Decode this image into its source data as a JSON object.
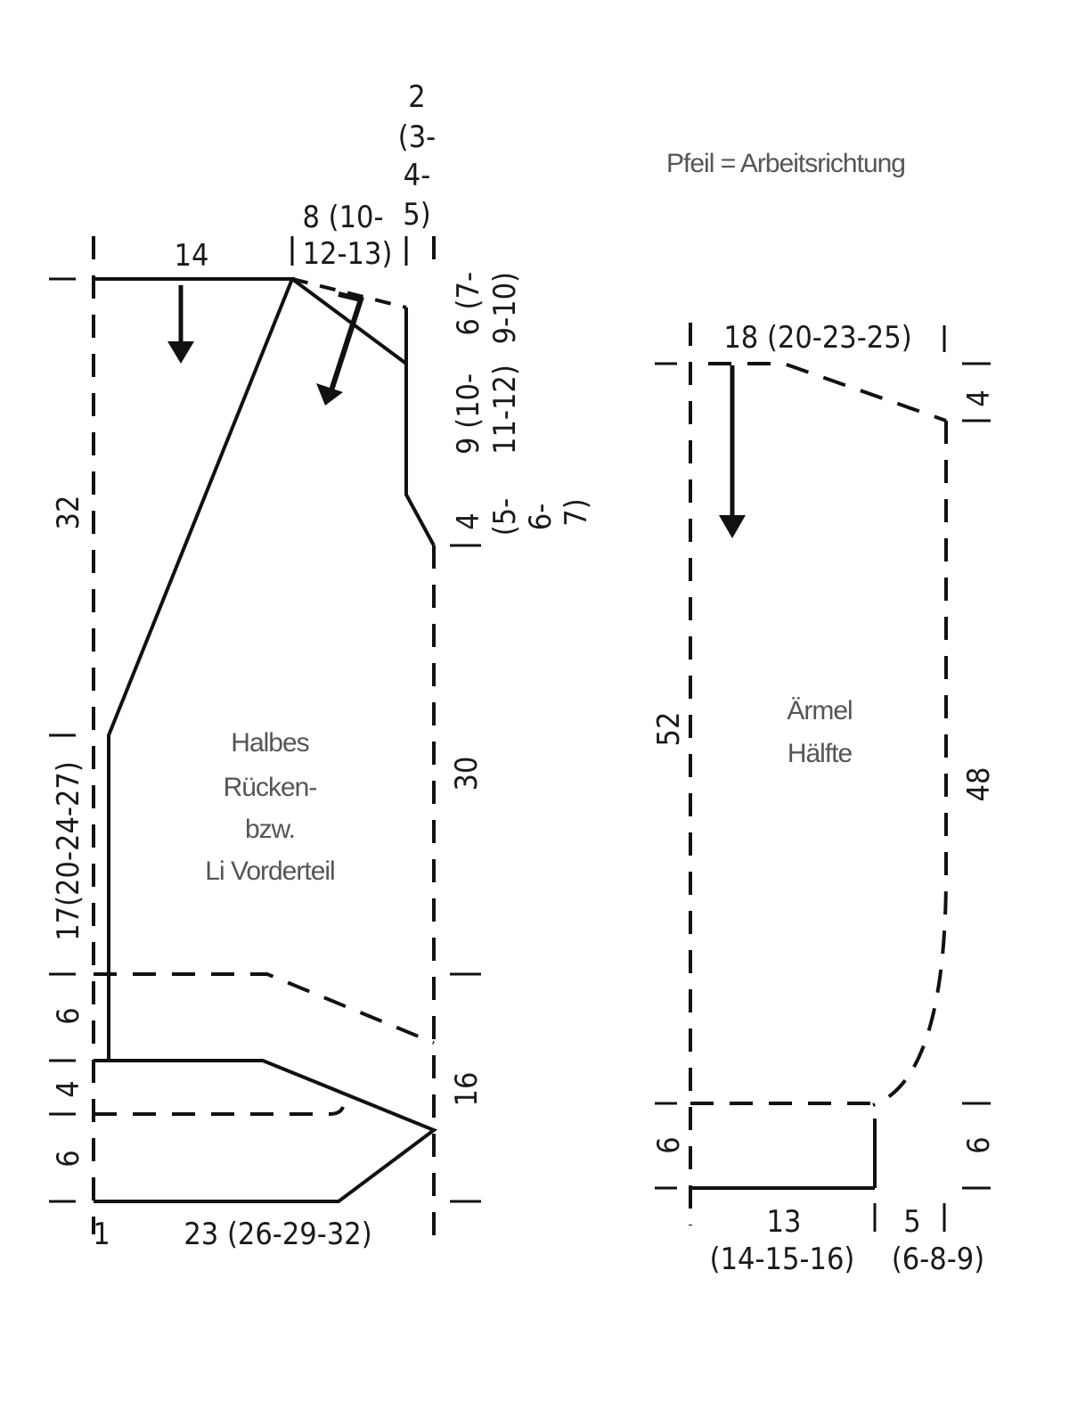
{
  "legend": "Pfeil = Arbeitsrichtung",
  "body_piece": {
    "title_lines": [
      "Halbes",
      "Rücken-",
      "bzw.",
      "Li Vorderteil"
    ],
    "shoulder_width": "14",
    "neck_width_lines": [
      "8 (10-",
      "12-13)"
    ],
    "neck_offset_lines": [
      "2",
      "(3-",
      "4-",
      "5)"
    ],
    "armhole_height": "32",
    "side_upper": "17(20-24-27)",
    "side_6a": "6",
    "side_4": "4",
    "side_6b": "6",
    "hem_small": "1",
    "bottom_width": "23 (26-29-32)",
    "neck_depth_lines": [
      "9 (10-",
      "11-12)"
    ],
    "shoulder_slope_lines": [
      "6 (7-",
      "9-10)"
    ],
    "front_step_lines": [
      "4",
      "(5-",
      "6-",
      "7)"
    ],
    "front_height": "30",
    "front_lower": "16"
  },
  "sleeve": {
    "title_lines": [
      "Ärmel",
      "Hälfte"
    ],
    "top_width": "18 (20-23-25)",
    "top_slope": "4",
    "length_left": "52",
    "length_right": "48",
    "cuff_left": "6",
    "cuff_right": "6",
    "bottom_width_lines": [
      "13",
      "(14-15-16)"
    ],
    "bottom_extra_lines": [
      "5",
      "(6-8-9)"
    ]
  }
}
